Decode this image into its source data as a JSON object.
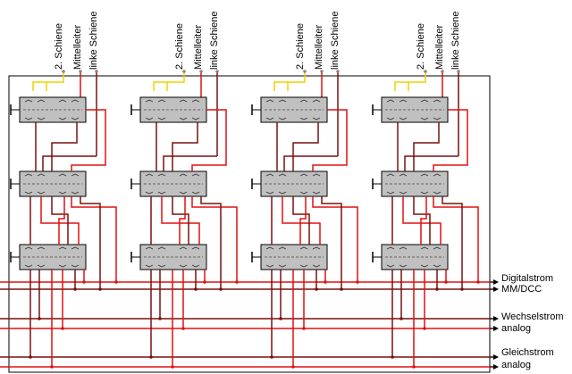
{
  "rail_labels": {
    "second_rail": "2. Schiene",
    "middle_conductor": "Mittelleiter",
    "left_rail": "linke Schiene"
  },
  "bus_labels": {
    "digital_line1": "Digitalstrom",
    "digital_line2": "MM/DCC",
    "ac_line1": "Wechselstrom",
    "ac_line2": "analog",
    "dc_line1": "Gleichstrom",
    "dc_line2": "analog"
  },
  "colors": {
    "red": "#e01010",
    "dark_red": "#7a1010",
    "yellow": "#f0d000",
    "relay_fill": "#c0c0c0",
    "relay_stroke": "#000000",
    "frame": "#000000"
  },
  "icons": [
    "relay-switch-icon",
    "contact-dot-icon",
    "arrow-right-icon"
  ]
}
